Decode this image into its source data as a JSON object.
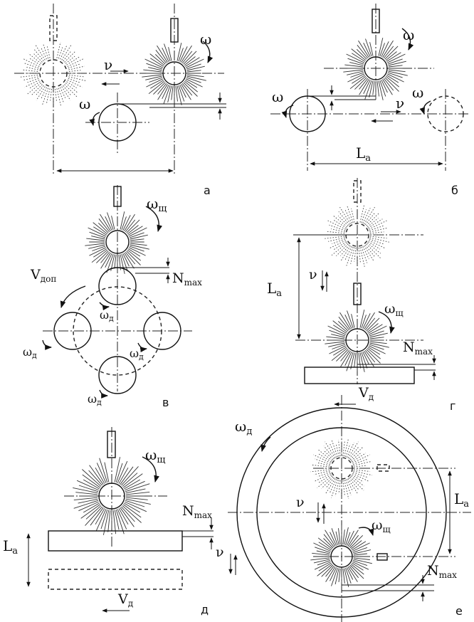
{
  "panels": {
    "a": {
      "label": "а",
      "omega": "ω",
      "omega_roll": "ω",
      "v": "ν"
    },
    "b": {
      "label": "б",
      "omega": "ω",
      "omega_left": "ω",
      "omega_right": "ω",
      "v": "ν",
      "la": "L",
      "la_sub": "a"
    },
    "v": {
      "label": "в",
      "omega_sh": "ω",
      "omega_sh_sub": "щ",
      "vdop": "V",
      "vdop_sub": "доп",
      "nmax": "N",
      "nmax_sub": "max",
      "omega_d1": "ω",
      "omega_d1_sub": "д",
      "omega_d2": "ω",
      "omega_d2_sub": "д",
      "omega_d3": "ω",
      "omega_d3_sub": "д",
      "omega_d4": "ω",
      "omega_d4_sub": "д"
    },
    "g": {
      "label": "г",
      "la": "L",
      "la_sub": "a",
      "v": "ν",
      "omega_sh": "ω",
      "omega_sh_sub": "щ",
      "nmax": "N",
      "nmax_sub": "max"
    },
    "d": {
      "label": "д",
      "omega_sh": "ω",
      "omega_sh_sub": "щ",
      "nmax": "N",
      "nmax_sub": "max",
      "la": "L",
      "la_sub": "a",
      "v": "ν",
      "vd": "V",
      "vd_sub": "д"
    },
    "e": {
      "label": "е",
      "vd": "V",
      "vd_sub": "д",
      "omega_d": "ω",
      "omega_d_sub": "д",
      "la": "L",
      "la_sub": "a",
      "v": "ν",
      "omega_sh": "ω",
      "omega_sh_sub": "щ",
      "nmax": "N",
      "nmax_sub": "max"
    }
  },
  "colors": {
    "ink": "#111111",
    "background": "#ffffff"
  }
}
